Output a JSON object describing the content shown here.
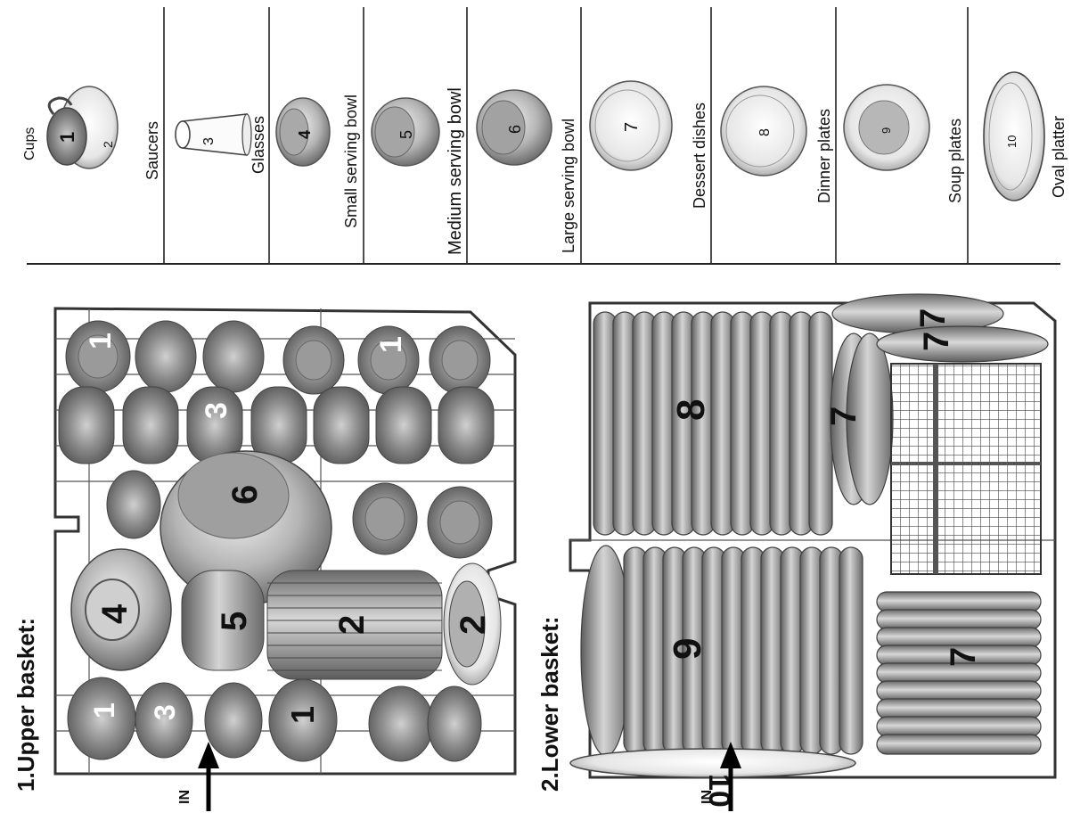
{
  "upper_basket": {
    "title": "1.Upper basket:",
    "in_label": "IN"
  },
  "lower_basket": {
    "title": "2.Lower basket:",
    "in_label": "IN"
  },
  "legend": [
    {
      "id": "1",
      "label": "Cups"
    },
    {
      "id": "2",
      "label": "Saucers"
    },
    {
      "id": "3",
      "label": "Glasses"
    },
    {
      "id": "4",
      "label": "Small serving bowl"
    },
    {
      "id": "5",
      "label": "Medium serving bowl"
    },
    {
      "id": "6",
      "label": "Large serving bowl"
    },
    {
      "id": "7",
      "label": "Dessert dishes"
    },
    {
      "id": "8",
      "label": "Dinner plates"
    },
    {
      "id": "9",
      "label": "Soup plates"
    },
    {
      "id": "10",
      "label": "Oval platter"
    }
  ],
  "colors": {
    "dish": "#8f8f8f",
    "dish_dark": "#5e5e5e",
    "dish_light": "#d8d8d8",
    "rack": "#333333"
  }
}
